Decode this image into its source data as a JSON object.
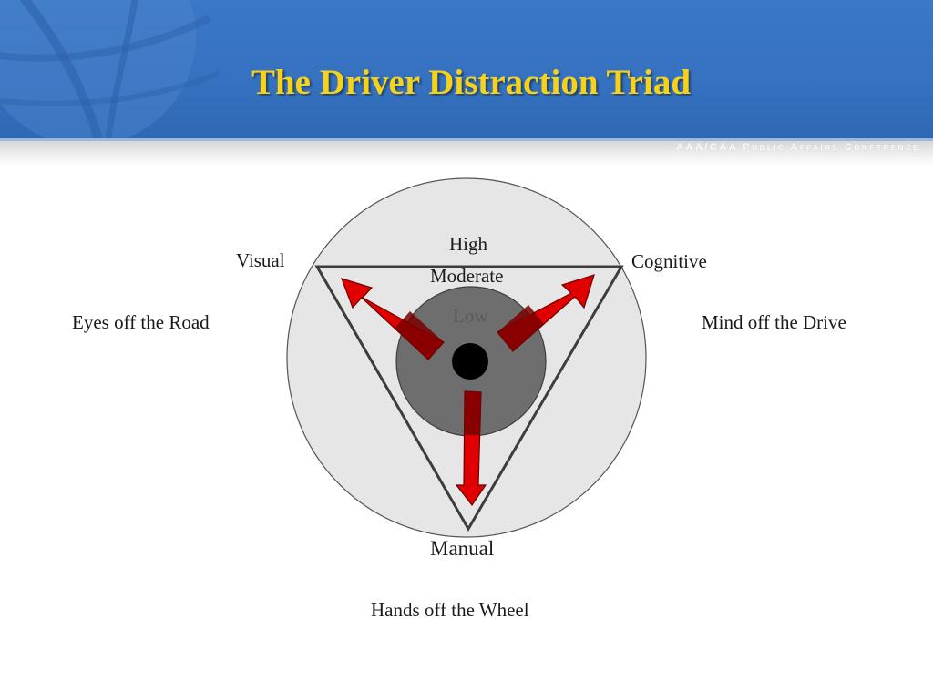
{
  "slide": {
    "title": "The Driver Distraction Triad",
    "conference_tag": "AAA/CAA Public Affairs Conference"
  },
  "triad": {
    "levels": {
      "high": "High",
      "moderate": "Moderate",
      "low": "Low"
    },
    "visual": {
      "label": "Visual",
      "description": "Eyes off the Road"
    },
    "cognitive": {
      "label": "Cognitive",
      "description": "Mind off the Drive"
    },
    "manual": {
      "label": "Manual",
      "description": "Hands off the Wheel"
    }
  },
  "colors": {
    "header_blue": "#3571bf",
    "title_yellow": "#f7d21a",
    "outer_circle": "#e6e6e6",
    "inner_circle": "#6e6e6e",
    "arrow_red": "#e00000",
    "arrow_dark_red": "#6b0000"
  }
}
